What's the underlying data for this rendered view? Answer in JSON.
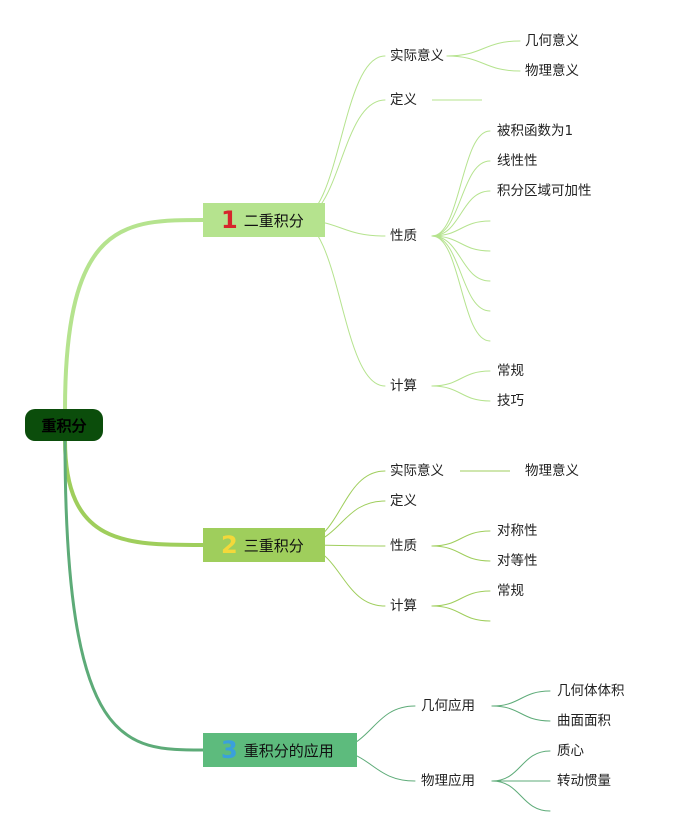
{
  "root": {
    "label": "重积分"
  },
  "branches": [
    {
      "number": "1",
      "label": "二重积分",
      "children": [
        {
          "label": "实际意义",
          "children": [
            "几何意义",
            "物理意义"
          ]
        },
        {
          "label": "定义",
          "children": []
        },
        {
          "label": "性质",
          "children": [
            "被积函数为1",
            "线性性",
            "积分区域可加性",
            "",
            "",
            "",
            "",
            ""
          ]
        },
        {
          "label": "计算",
          "children": [
            "常规",
            "技巧"
          ]
        }
      ]
    },
    {
      "number": "2",
      "label": "三重积分",
      "children": [
        {
          "label": "实际意义",
          "children": [
            "物理意义"
          ]
        },
        {
          "label": "定义",
          "children": []
        },
        {
          "label": "性质",
          "children": [
            "对称性",
            "对等性"
          ]
        },
        {
          "label": "计算",
          "children": [
            "常规",
            ""
          ]
        }
      ]
    },
    {
      "number": "3",
      "label": "重积分的应用",
      "children": [
        {
          "label": "几何应用",
          "children": [
            "几何体体积",
            "曲面面积"
          ]
        },
        {
          "label": "物理应用",
          "children": [
            "质心",
            "转动惯量",
            ""
          ]
        }
      ]
    }
  ],
  "colors": {
    "root_bg": "#0b4d0b",
    "branch1_bg": "#b5e38e",
    "branch2_bg": "#9fce5c",
    "branch3_bg": "#5dbb7d",
    "num1": "#d6252c",
    "num2": "#f3d83a",
    "num3": "#3aa0dc",
    "line1": "#b5e38e",
    "line2": "#9fce5c",
    "line3": "#5dab78"
  }
}
